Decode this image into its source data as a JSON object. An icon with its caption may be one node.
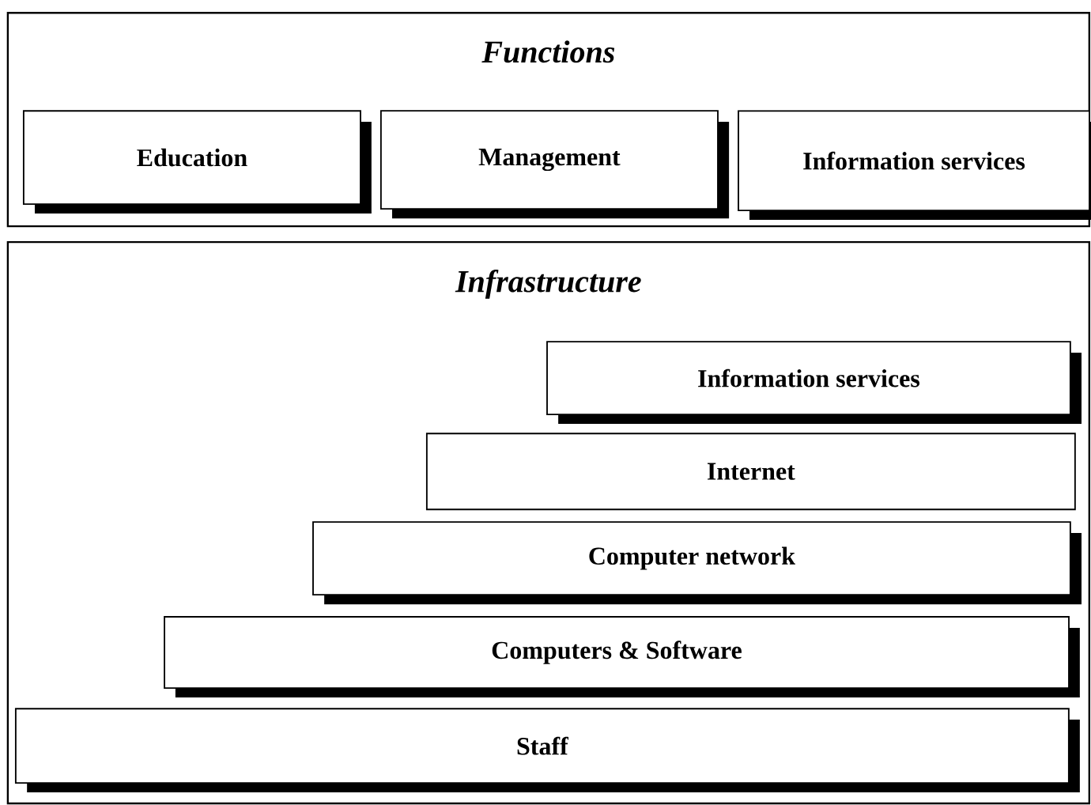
{
  "diagram": {
    "nodes": [
      {
        "text": [
          "Functions"
        ]
      },
      {
        "text": [
          "Education"
        ],
        "in": 0
      },
      {
        "text": [
          "Management"
        ],
        "in": 0
      },
      {
        "text": [
          "Information services"
        ],
        "in": 0
      },
      {
        "text": [
          "Infrastructure"
        ]
      },
      {
        "text": [
          "Information services"
        ],
        "in": 4
      },
      {
        "text": [
          "Internet"
        ],
        "in": 4
      },
      {
        "text": [
          "Computer network"
        ],
        "in": 4
      },
      {
        "text": [
          "Computers & Software"
        ],
        "in": 4
      },
      {
        "text": [
          "Staff"
        ],
        "in": 4
      }
    ]
  }
}
